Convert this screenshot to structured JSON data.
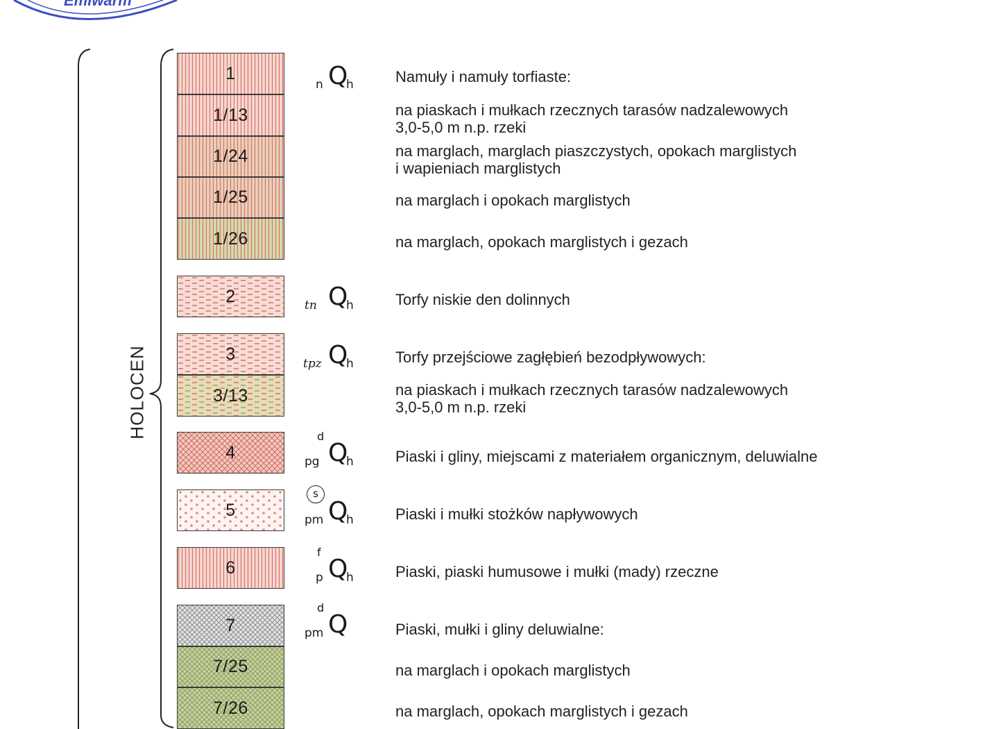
{
  "stamp": {
    "text": "Emiwarm"
  },
  "era": {
    "label": "HOLOCEN"
  },
  "colors": {
    "pink": "#f2c4bc",
    "red_line": "#d9776b",
    "green": "#c6d3a0",
    "grey": "#d6d6d6",
    "border": "#3a3a3a"
  },
  "units": [
    {
      "label": "1",
      "symbol": {
        "pre_sub": "n",
        "sup": "",
        "circled": "",
        "main": "Q",
        "post_sub": "h"
      },
      "description": [
        "Namuły i namuły torfiaste:"
      ]
    },
    {
      "label": "1/13",
      "description": [
        "na piaskach i mułkach rzecznych tarasów nadzalewowych",
        "3,0-5,0 m n.p. rzeki"
      ]
    },
    {
      "label": "1/24",
      "description": [
        "na marglach, marglach piaszczystych, opokach marglistych",
        "i wapieniach marglistych"
      ]
    },
    {
      "label": "1/25",
      "description": [
        "na marglach i opokach marglistych"
      ]
    },
    {
      "label": "1/26",
      "description": [
        "na marglach, opokach marglistych i gezach"
      ]
    },
    {
      "label": "2",
      "symbol": {
        "pre_sub": "tn",
        "sup": "",
        "circled": "",
        "main": "Q",
        "post_sub": "h"
      },
      "description": [
        "Torfy niskie den dolinnych"
      ]
    },
    {
      "label": "3",
      "symbol": {
        "pre_sub": "tpz",
        "sup": "",
        "circled": "",
        "main": "Q",
        "post_sub": "h"
      },
      "description": [
        "Torfy przejściowe zagłębień bezodpływowych:"
      ]
    },
    {
      "label": "3/13",
      "description": [
        "na piaskach i mułkach rzecznych tarasów nadzalewowych",
        "3,0-5,0 m n.p. rzeki"
      ]
    },
    {
      "label": "4",
      "symbol": {
        "pre_sub": "pg",
        "sup": "d",
        "circled": "",
        "main": "Q",
        "post_sub": "h"
      },
      "description": [
        "Piaski i gliny, miejscami z materiałem organicznym, deluwialne"
      ]
    },
    {
      "label": "5",
      "symbol": {
        "pre_sub": "pm",
        "sup": "",
        "circled": "s",
        "main": "Q",
        "post_sub": "h"
      },
      "description": [
        "Piaski i mułki stożków napływowych"
      ]
    },
    {
      "label": "6",
      "symbol": {
        "pre_sub": "p",
        "sup": "f",
        "circled": "",
        "main": "Q",
        "post_sub": "h"
      },
      "description": [
        "Piaski, piaski humusowe i mułki (mady) rzeczne"
      ]
    },
    {
      "label": "7",
      "symbol": {
        "pre_sub": "pm",
        "sup": "d",
        "circled": "",
        "main": "Q",
        "post_sub": ""
      },
      "description": [
        "Piaski, mułki i gliny deluwialne:"
      ]
    },
    {
      "label": "7/25",
      "description": [
        "na marglach i opokach marglistych"
      ]
    },
    {
      "label": "7/26",
      "description": [
        "na marglach, opokach marglistych i gezach"
      ]
    }
  ]
}
